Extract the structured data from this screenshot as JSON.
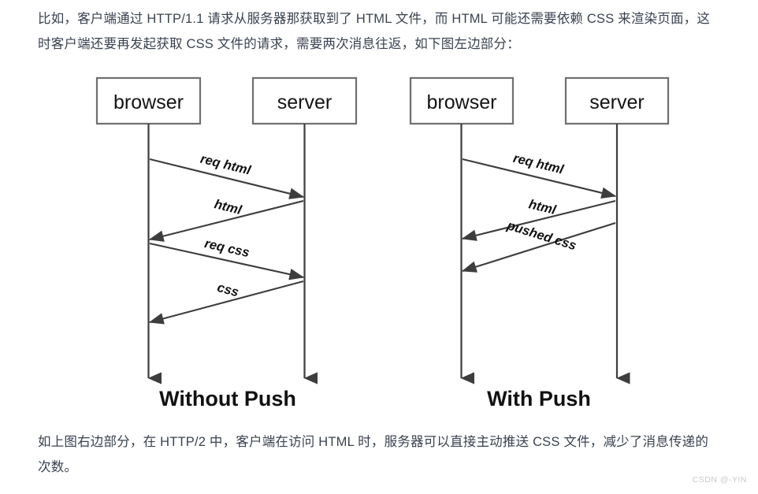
{
  "intro_paragraph": "比如，客户端通过 HTTP/1.1 请求从服务器那获取到了 HTML 文件，而 HTML 可能还需要依赖 CSS 来渲染页面，这时客户端还要再发起获取 CSS 文件的请求，需要两次消息往返，如下图左边部分：",
  "outro_paragraph": "如上图右边部分，在 HTTP/2 中，客户端在访问 HTML 时，服务器可以直接主动推送 CSS 文件，减少了消息传递的次数。",
  "watermark": "CSDN @-YIN",
  "colors": {
    "text": "#3a4250",
    "diagram_stroke": "#3d3d3d",
    "box_stroke": "#6f6f6f",
    "diagram_text": "#111111",
    "watermark": "#c9c9c9",
    "background": "#ffffff"
  },
  "chart_data": {
    "type": "diagram",
    "diagram_kind": "sequence-diagram",
    "title": "",
    "panels": [
      {
        "id": "without-push",
        "caption": "Without Push",
        "participants": [
          {
            "id": "browser",
            "label": "browser"
          },
          {
            "id": "server",
            "label": "server"
          }
        ],
        "messages": [
          {
            "label": "req html",
            "from": "browser",
            "to": "server",
            "direction": "right"
          },
          {
            "label": "html",
            "from": "server",
            "to": "browser",
            "direction": "left"
          },
          {
            "label": "req css",
            "from": "browser",
            "to": "server",
            "direction": "right"
          },
          {
            "label": "css",
            "from": "server",
            "to": "browser",
            "direction": "left"
          }
        ],
        "round_trips": 2
      },
      {
        "id": "with-push",
        "caption": "With Push",
        "participants": [
          {
            "id": "browser",
            "label": "browser"
          },
          {
            "id": "server",
            "label": "server"
          }
        ],
        "messages": [
          {
            "label": "req html",
            "from": "browser",
            "to": "server",
            "direction": "right"
          },
          {
            "label": "html",
            "from": "server",
            "to": "browser",
            "direction": "left"
          },
          {
            "label": "pushed css",
            "from": "server",
            "to": "browser",
            "direction": "left"
          }
        ],
        "round_trips": 1
      }
    ]
  }
}
